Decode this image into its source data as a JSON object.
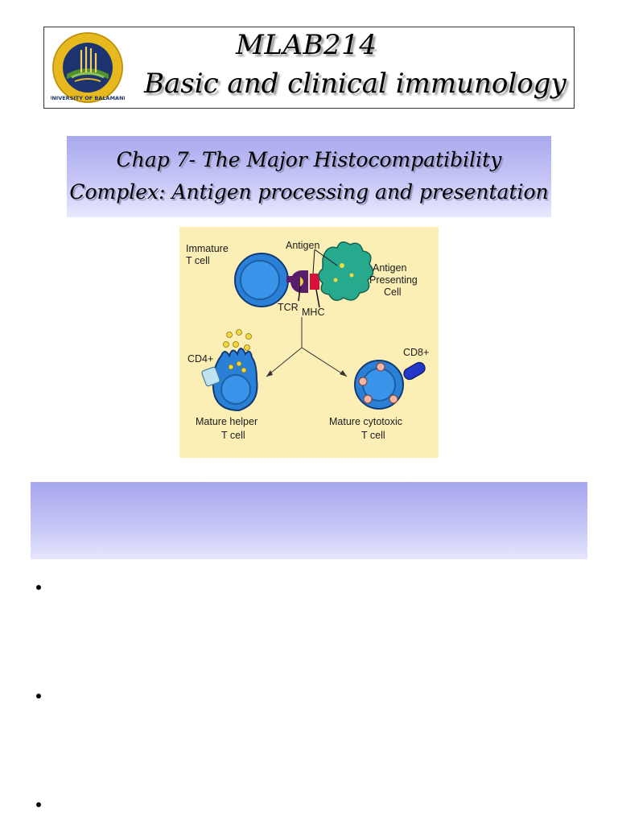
{
  "header": {
    "course_code": "MLAB214",
    "course_name": "Basic and clinical immunology",
    "logo_text": "UNIVERSITY OF BALAMAND"
  },
  "chapter": {
    "line1": "Chap  7-  The Major Histocompatibility",
    "line2": "Complex: Antigen processing and presentation"
  },
  "figure": {
    "immature_label_1": "Immature",
    "immature_label_2": "T cell",
    "antigen_label": "Antigen",
    "apc_label_1": "Antigen",
    "apc_label_2": "Presenting",
    "apc_label_3": "Cell",
    "tcr_label": "TCR",
    "mhc_label": "MHC",
    "cd4_label": "CD4+",
    "cd8_label": "CD8+",
    "helper_label_1": "Mature helper",
    "helper_label_2": "T cell",
    "cytotoxic_label_1": "Mature cytotoxic",
    "cytotoxic_label_2": "T cell",
    "colors": {
      "background": "#fcefb6",
      "cell_blue": "#2a7fd6",
      "apc_green": "#27a98e",
      "receptor_purple": "#5a1d6b",
      "mhc_red": "#d8103a",
      "cytokine_yellow": "#f2d83c"
    }
  },
  "band": {
    "color": "#b8b8f2"
  },
  "bullets": [
    {
      "text": ""
    },
    {
      "text": ""
    },
    {
      "text": ""
    }
  ]
}
